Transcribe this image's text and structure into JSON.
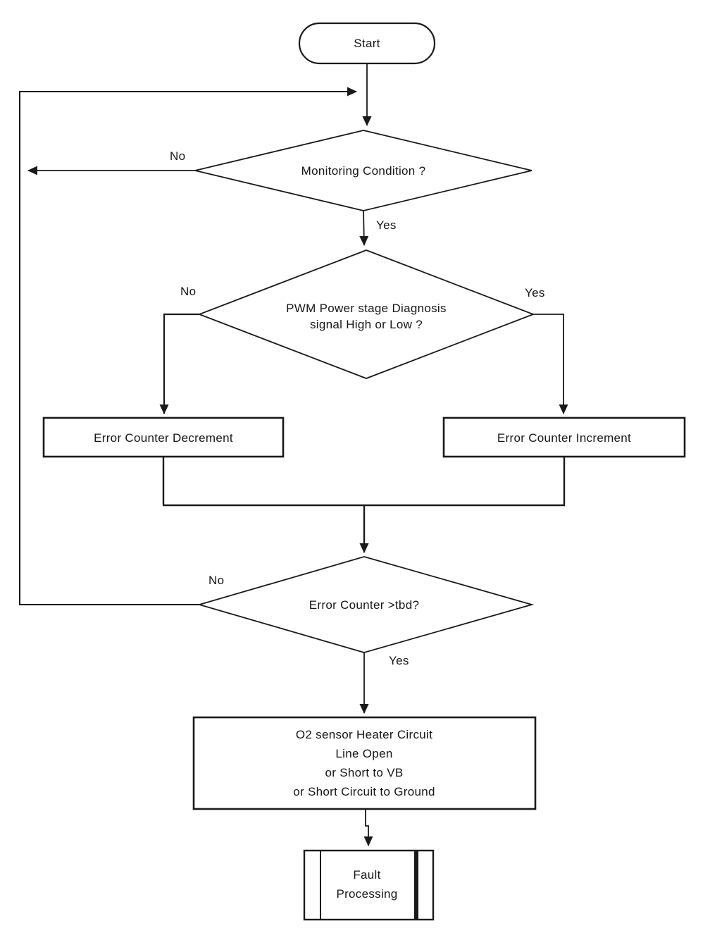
{
  "canvas": {
    "background": "#ffffff",
    "ink": "#1a1a1a"
  },
  "nodes": {
    "start": {
      "type": "terminator",
      "label": "Start"
    },
    "monitoring": {
      "type": "decision",
      "label": "Monitoring Condition ?"
    },
    "pwm": {
      "type": "decision",
      "label_line1": "PWM Power stage Diagnosis",
      "label_line2": "signal High or Low ?"
    },
    "decrement": {
      "type": "process",
      "label": "Error Counter Decrement"
    },
    "increment": {
      "type": "process",
      "label": "Error Counter Increment"
    },
    "threshold": {
      "type": "decision",
      "label": "Error Counter >tbd?"
    },
    "result": {
      "type": "process",
      "label_line1": "O2 sensor Heater Circuit",
      "label_line2": "Line Open",
      "label_line3": "or Short to VB",
      "label_line4": "or Short Circuit to Ground"
    },
    "fault": {
      "type": "predefined-process",
      "label_line1": "Fault",
      "label_line2": "Processing"
    }
  },
  "edge_labels": {
    "monitoring_no": "No",
    "monitoring_yes": "Yes",
    "pwm_no": "No",
    "pwm_yes": "Yes",
    "threshold_no": "No",
    "threshold_yes": "Yes"
  }
}
